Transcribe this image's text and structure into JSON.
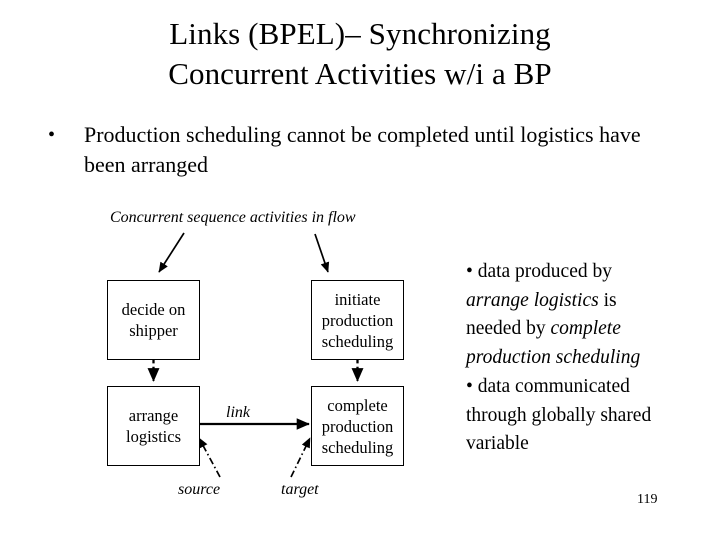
{
  "slide": {
    "title_lines": [
      "Links (BPEL)– Synchronizing",
      "Concurrent Activities w/i a BP"
    ],
    "page_number": "119"
  },
  "main_bullet": {
    "glyph": "•",
    "text": "Production scheduling cannot be completed until logistics have been arranged"
  },
  "diagram": {
    "caption": "Concurrent sequence activities in flow",
    "boxes": [
      {
        "id": "decide-on-shipper",
        "lines": [
          "decide on",
          "shipper"
        ]
      },
      {
        "id": "initiate-production-scheduling",
        "lines": [
          "initiate",
          "production",
          "scheduling"
        ]
      },
      {
        "id": "arrange-logistics",
        "lines": [
          "arrange",
          "logistics"
        ]
      },
      {
        "id": "complete-production-scheduling",
        "lines": [
          "complete",
          "production",
          "scheduling"
        ]
      }
    ],
    "labels": {
      "link": "link",
      "source": "source",
      "target": "target"
    }
  },
  "annotations": {
    "bullet_glyph": "•",
    "lines": [
      {
        "id": "note-1-line-1",
        "parts": [
          {
            "text": "•  data produced by",
            "italic": false
          }
        ]
      },
      {
        "id": "note-1-line-2",
        "parts": [
          {
            "text": "arrange logistics",
            "italic": true
          },
          {
            "text": " is",
            "italic": false
          }
        ]
      },
      {
        "id": "note-1-line-3",
        "parts": [
          {
            "text": "needed by ",
            "italic": false
          },
          {
            "text": "complete",
            "italic": true
          }
        ]
      },
      {
        "id": "note-1-line-4",
        "parts": [
          {
            "text": "production scheduling",
            "italic": true
          }
        ]
      },
      {
        "id": "note-2-line-1",
        "parts": [
          {
            "text": "•  data communicated",
            "italic": false
          }
        ]
      },
      {
        "id": "note-2-line-2",
        "parts": [
          {
            "text": "through globally shared",
            "italic": false
          }
        ]
      },
      {
        "id": "note-2-line-3",
        "parts": [
          {
            "text": "variable",
            "italic": false
          }
        ]
      }
    ]
  }
}
